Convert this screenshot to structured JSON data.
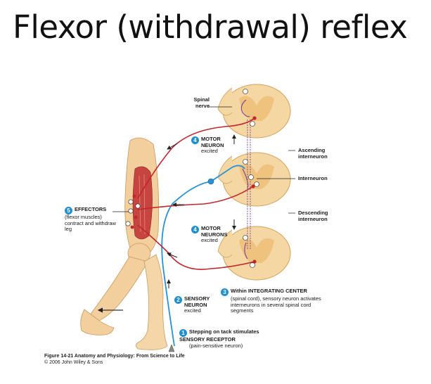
{
  "title": "Flexor (withdrawal) reflex",
  "labels": {
    "spinal_nerve": "Spinal nerve",
    "motor_neuron_top": {
      "num": "4",
      "title": "MOTOR NEURON",
      "sub": "excited"
    },
    "motor_neurons_bottom": {
      "num": "4",
      "title": "MOTOR NEURONS",
      "sub": "excited"
    },
    "ascending": "Ascending interneuron",
    "interneuron": "Interneuron",
    "descending": "Descending interneuron",
    "effectors": {
      "num": "5",
      "title": "EFFECTORS",
      "sub": "(flexor muscles) contract and withdraw leg"
    },
    "integrating": {
      "num": "3",
      "title": "Within INTEGRATING CENTER",
      "sub": "(spinal cord), sensory neuron activates interneurons in several spinal cord segments"
    },
    "sensory_neuron": {
      "num": "2",
      "title": "SENSORY NEURON",
      "sub": "excited"
    },
    "receptor": {
      "num": "1",
      "title": "Stepping on tack stimulates SENSORY RECEPTOR",
      "sub": "(pain-sensitive neuron)"
    }
  },
  "caption": {
    "line1": "Figure 14-21  Anatomy and Physiology: From Science to Life",
    "line2": "© 2006 John Wiley & Sons"
  },
  "colors": {
    "motor": "#c0262c",
    "sensory": "#2a92d2",
    "interneuron": "#7c4a9c",
    "cord_tissue": "#f4d7a2",
    "badge": "#1f8fd0"
  }
}
